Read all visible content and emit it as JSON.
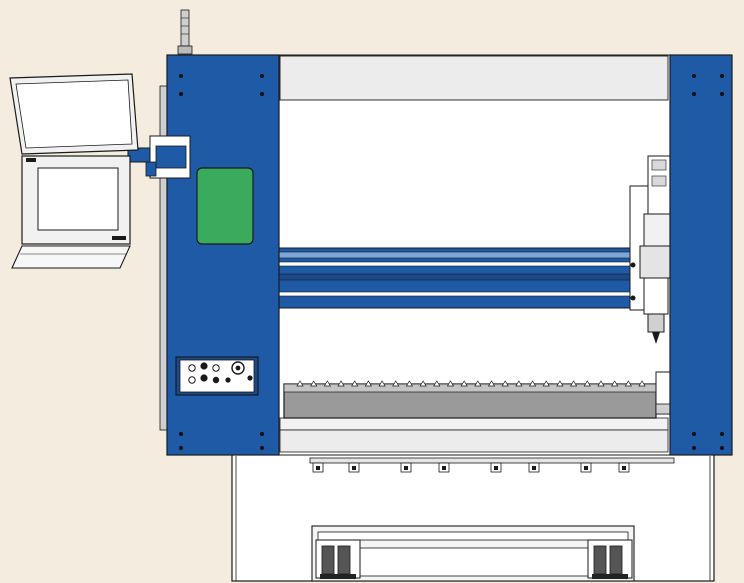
{
  "diagram": {
    "subject": "cnc-gantry-machine-front-view",
    "colors": {
      "background": "#f3ecdf",
      "frame_blue": "#1f5aa6",
      "frame_blue_dark": "#1a4a8c",
      "panel_green": "#3aab5c",
      "outline": "#1a1a1a",
      "light_gray": "#ececec",
      "mid_gray": "#bdbdbd",
      "bed_gray": "#9a9a9a",
      "white": "#ffffff"
    },
    "components": {
      "signal_light": "signal-tower",
      "monitor": "operator-monitor",
      "control_panel": "operator-control-panel",
      "gantry_beam": "x-axis-gantry-beam",
      "spindle_head": "spindle-head-unit",
      "bed": "work-table",
      "base": "machine-base"
    },
    "bed_clamp_count": 26,
    "rail_block_count": 8
  }
}
